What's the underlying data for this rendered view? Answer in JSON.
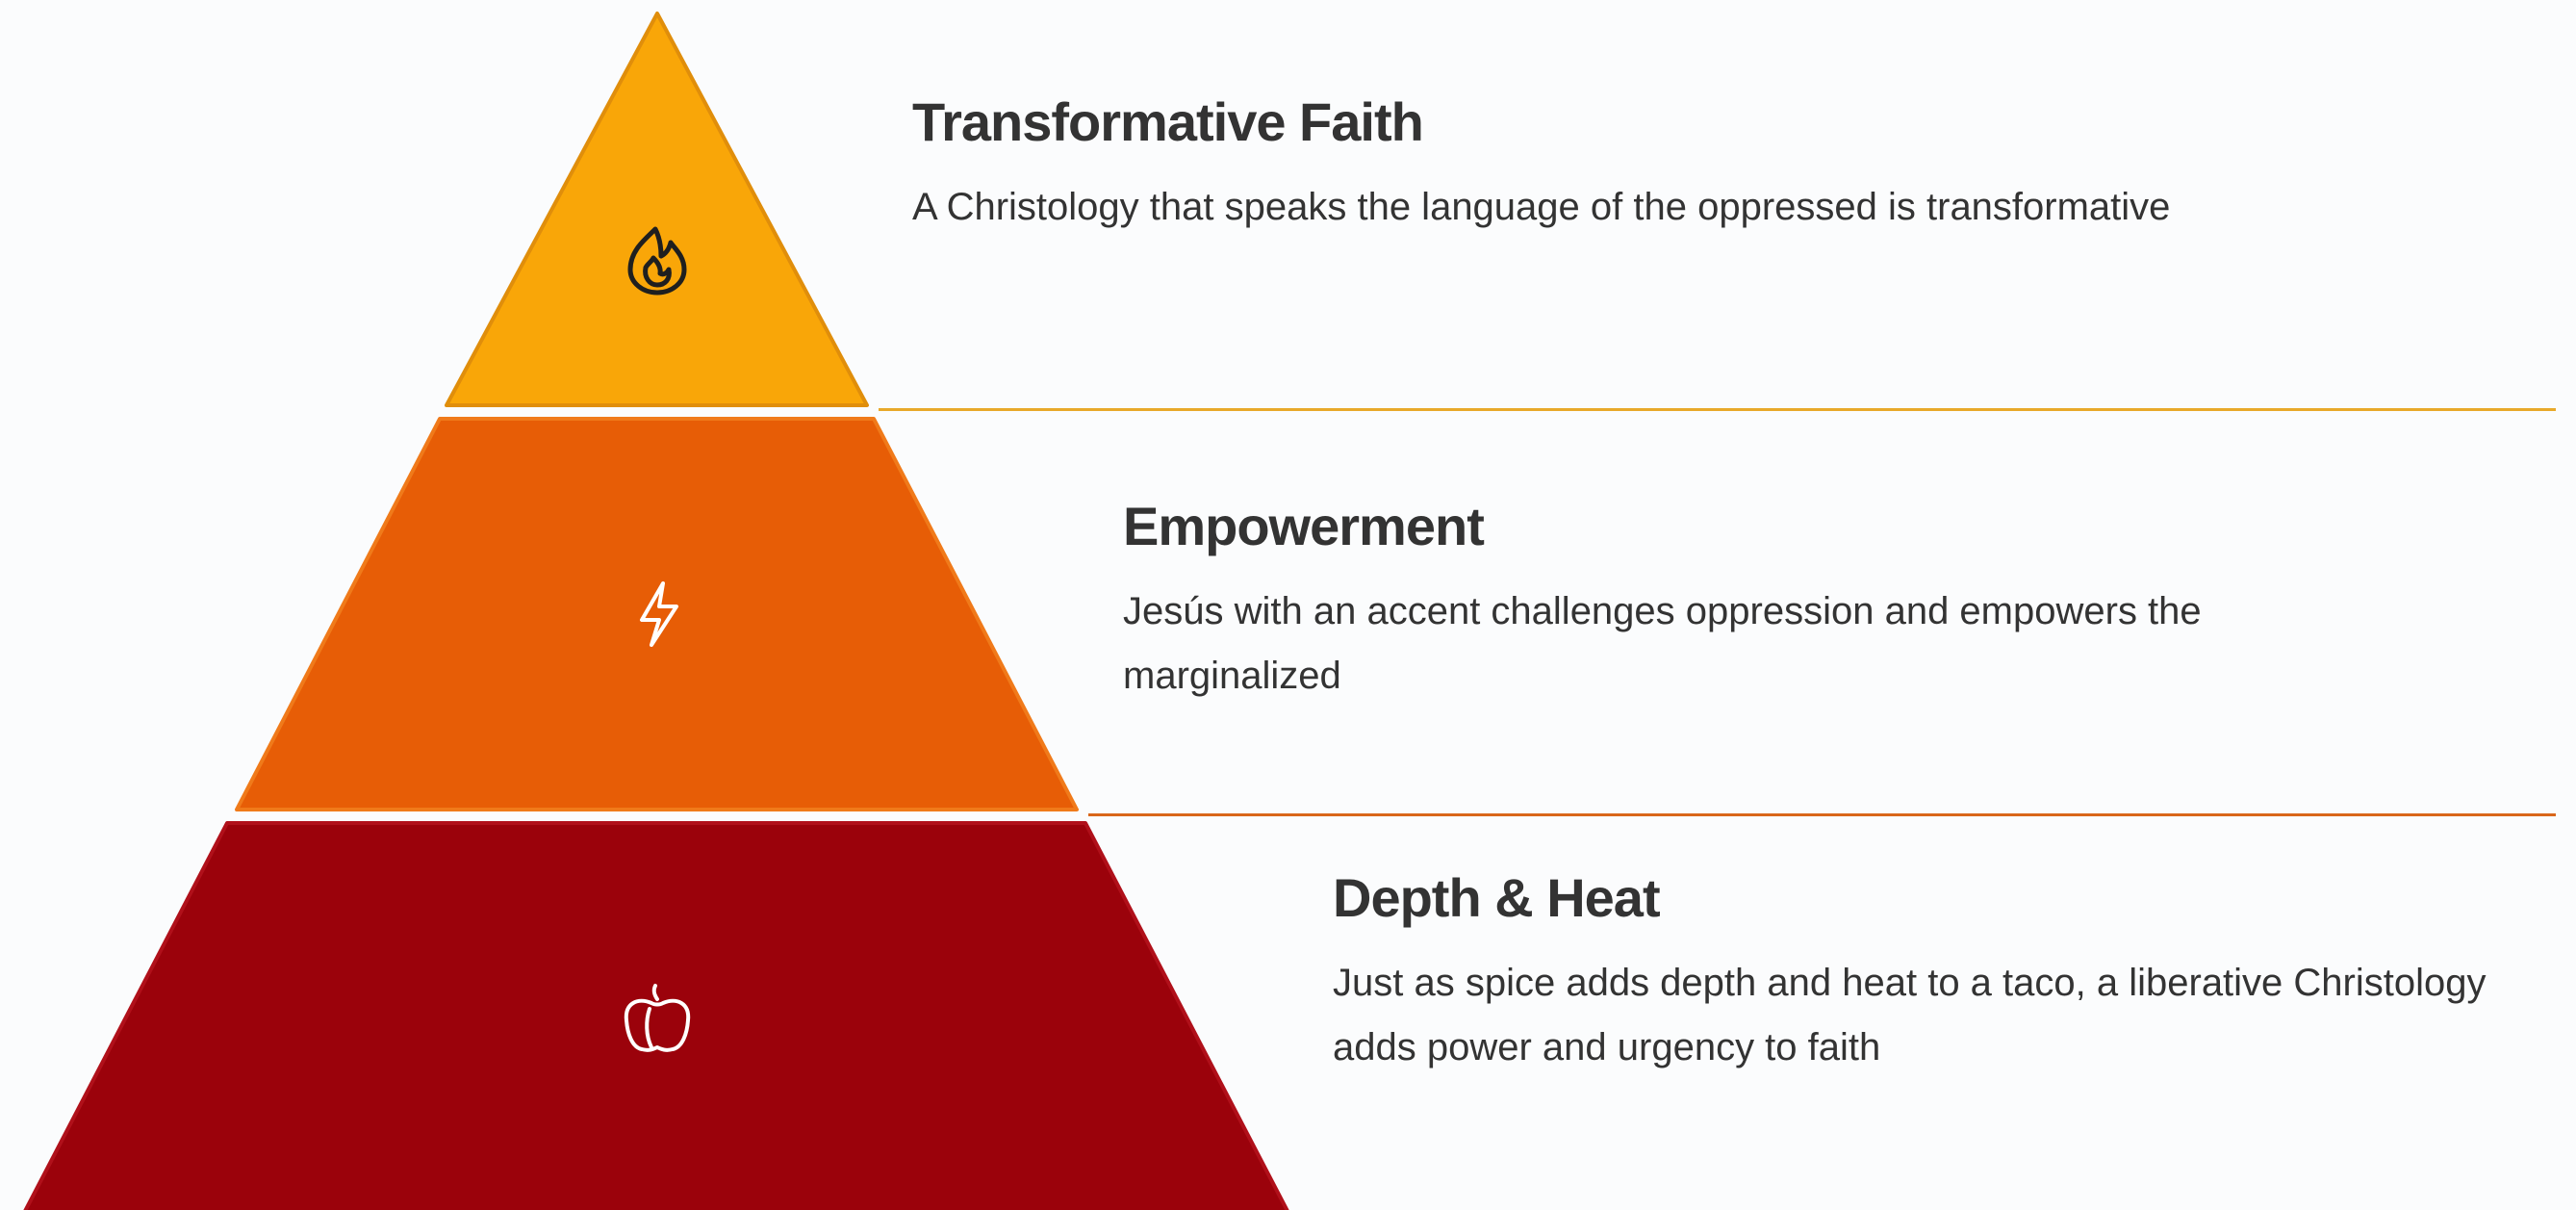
{
  "tiers": [
    {
      "title": "Transformative Faith",
      "description": "A Christology that speaks the language of the oppressed is transformative",
      "icon": "flame-icon",
      "color": "#f9a608",
      "edge_color": "#e08e0b"
    },
    {
      "title": "Empowerment",
      "description": "Jesús with an accent challenges oppression and empowers the marginalized",
      "icon": "lightning-icon",
      "color": "#e75d06",
      "edge_color": "#f07a1a"
    },
    {
      "title": "Depth & Heat",
      "description": "Just as spice adds depth and heat to a taco, a liberative Christology adds power and urgency to faith",
      "icon": "pepper-icon",
      "color": "#9b020b",
      "edge_color": "#b0101a"
    }
  ],
  "divider_colors": [
    "#e8a92a",
    "#d9661a"
  ]
}
